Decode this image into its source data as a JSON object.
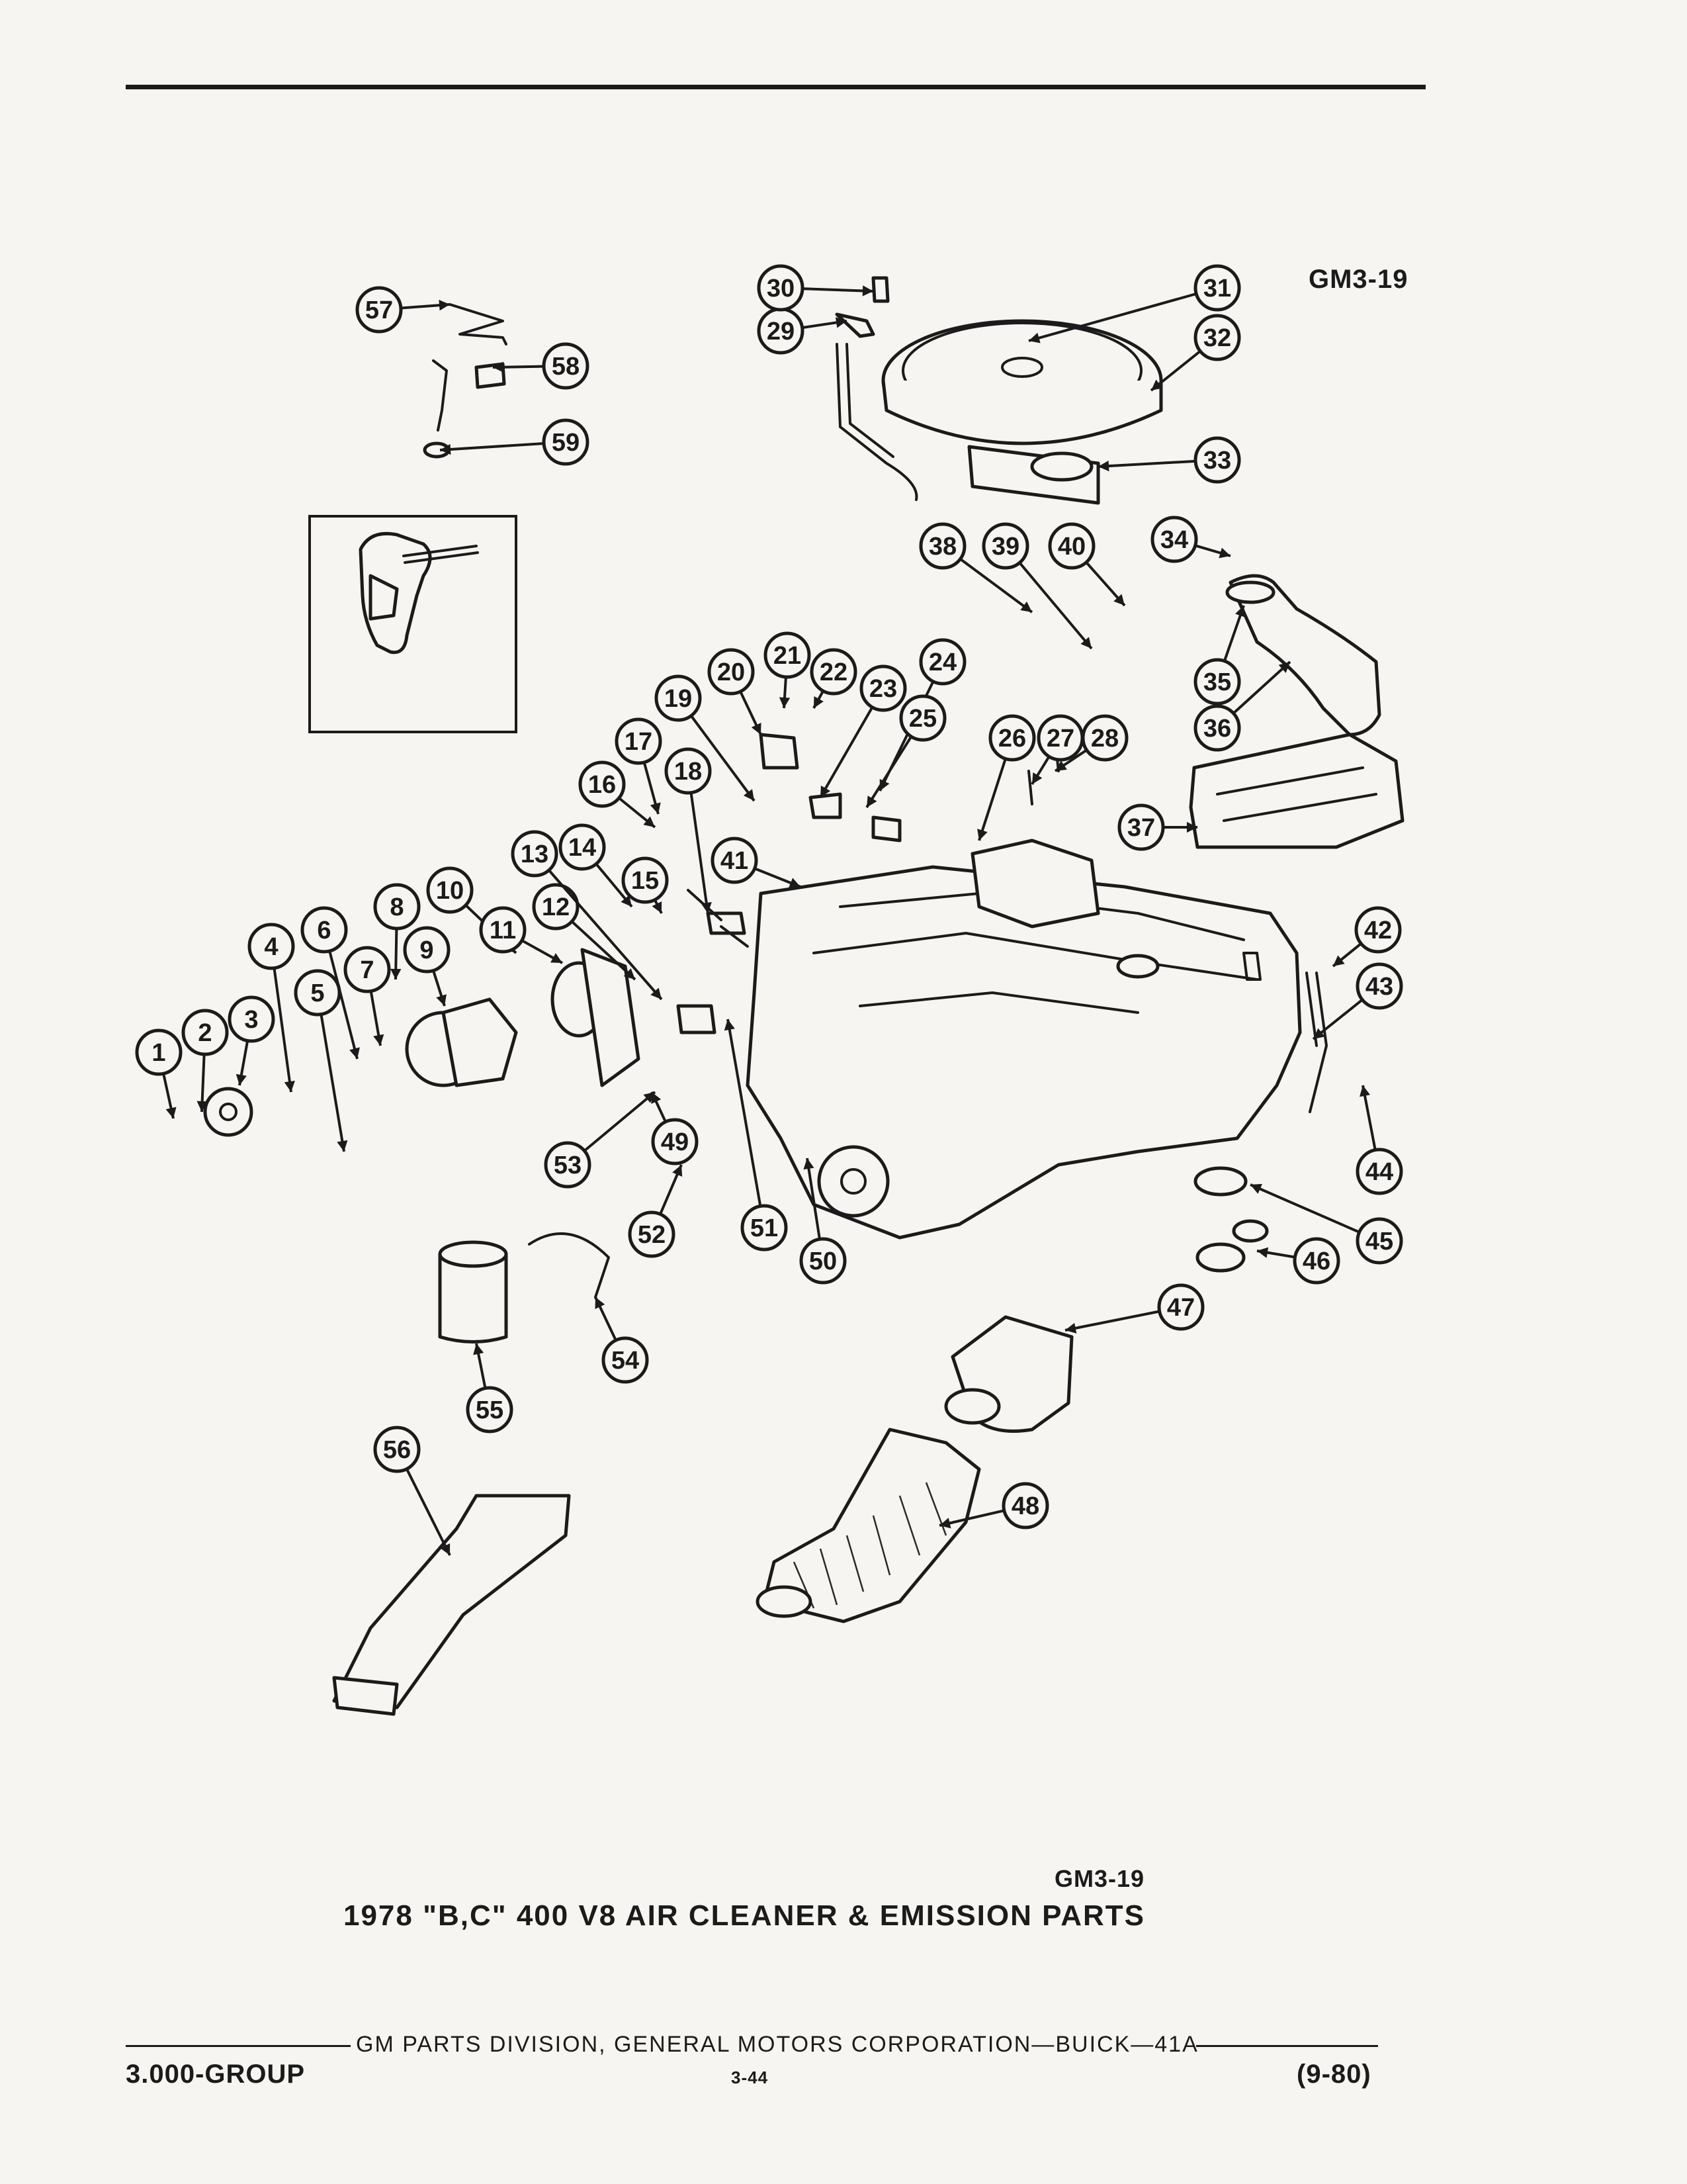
{
  "figure_code": "GM3-19",
  "caption": "1978 \"B,C\" 400 V8 AIR CLEANER & EMISSION PARTS",
  "footer": {
    "division_line": "GM PARTS DIVISION, GENERAL MOTORS CORPORATION—BUICK—41A",
    "group": "3.000-GROUP",
    "page": "3-44",
    "date": "(9-80)"
  },
  "callout_numbers": [
    "1",
    "2",
    "3",
    "4",
    "5",
    "6",
    "7",
    "8",
    "9",
    "10",
    "11",
    "12",
    "13",
    "14",
    "15",
    "16",
    "17",
    "18",
    "19",
    "20",
    "21",
    "22",
    "23",
    "24",
    "25",
    "26",
    "27",
    "28",
    "29",
    "30",
    "31",
    "32",
    "33",
    "34",
    "35",
    "36",
    "37",
    "38",
    "39",
    "40",
    "41",
    "42",
    "43",
    "44",
    "45",
    "46",
    "47",
    "48",
    "49",
    "50",
    "51",
    "52",
    "53",
    "54",
    "55",
    "56",
    "57",
    "58",
    "59"
  ],
  "colors": {
    "ink": "#1b1b1b",
    "paper": "#f6f5f1"
  }
}
